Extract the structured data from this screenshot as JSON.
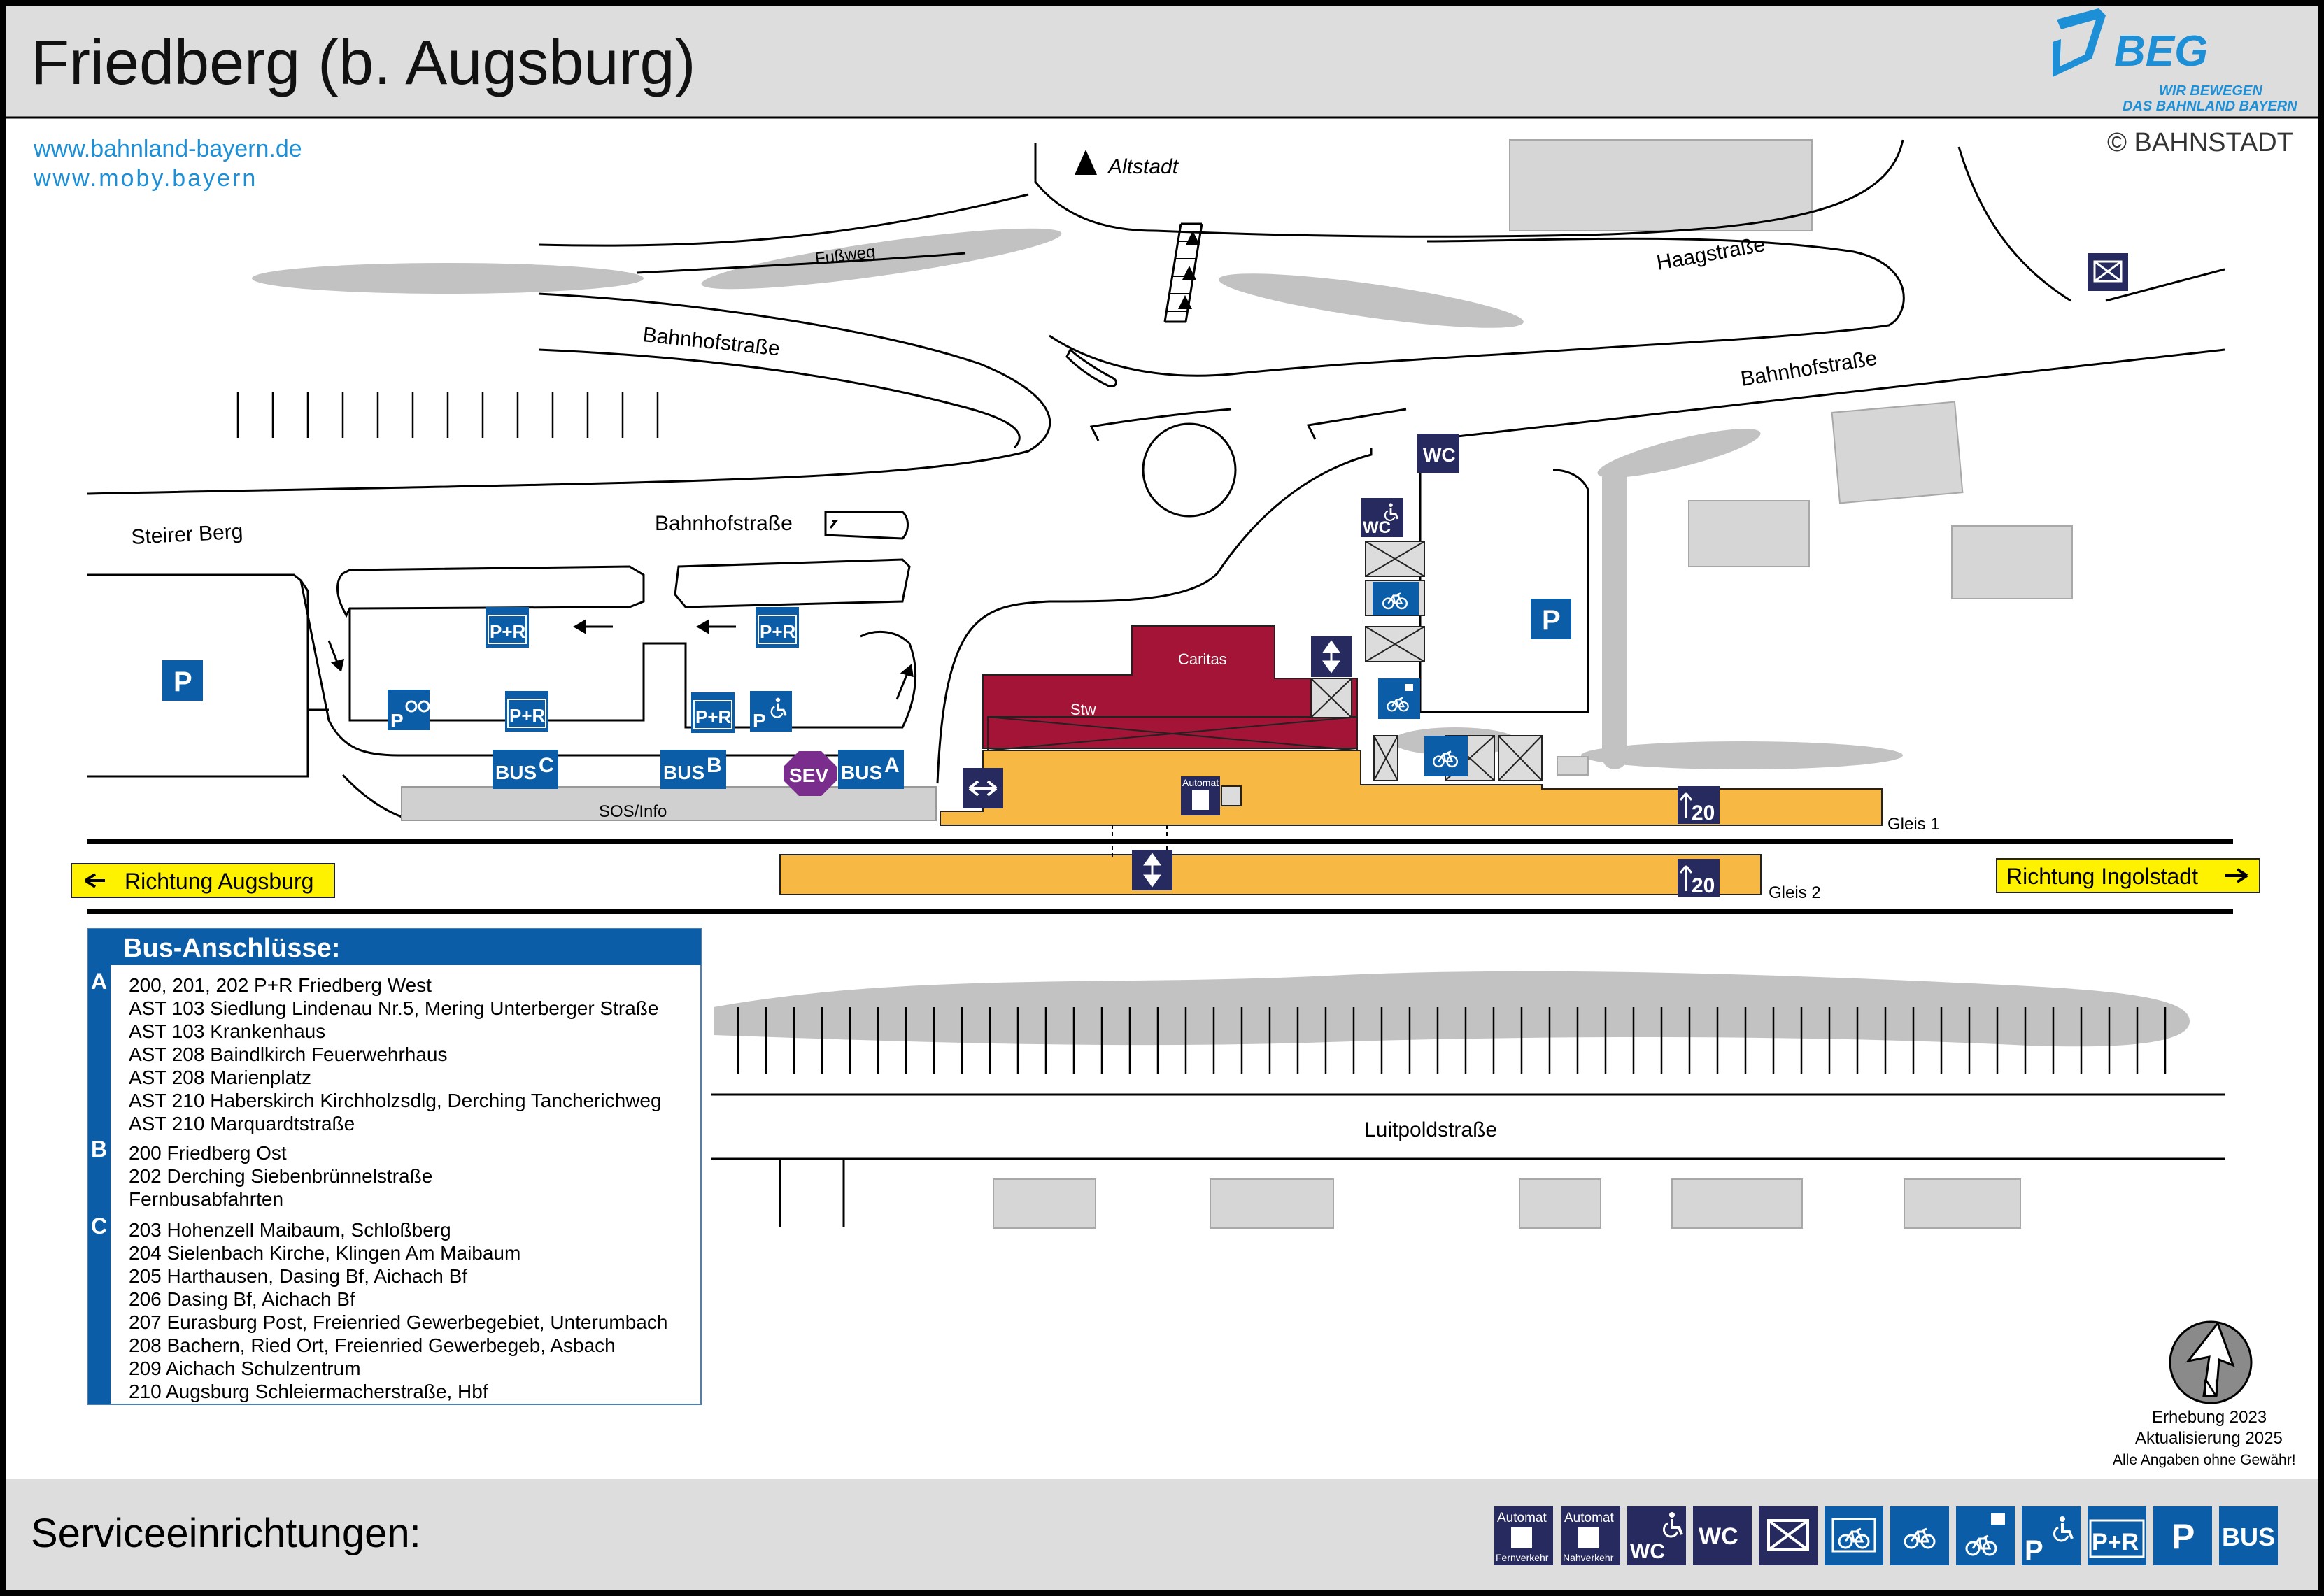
{
  "header": {
    "title": "Friedberg (b. Augsburg)",
    "links": [
      "www.bahnland-bayern.de",
      "www.moby.bayern"
    ],
    "logo_text": "BEG",
    "logo_tagline": [
      "WIR BEWEGEN",
      "DAS BAHNLAND BAYERN"
    ],
    "copyright": "© BAHNSTADT",
    "colors": {
      "band": "#dddddd",
      "link": "#1c8fd6",
      "logo": "#1c8fd6"
    }
  },
  "streets": {
    "altstadt": "Altstadt",
    "fussweg": "Fußweg",
    "haagstrasse": "Haagstraße",
    "bahnhofstrasse_1": "Bahnhofstraße",
    "bahnhofstrasse_2": "Bahnhofstraße",
    "bahnhofstrasse_3": "Bahnhofstraße",
    "steirer_berg": "Steirer Berg",
    "luitpoldstrasse": "Luitpoldstraße"
  },
  "buildings": {
    "caritas": "Caritas",
    "stw": "Stw",
    "sos_info": "SOS/Info",
    "automat": "Automat"
  },
  "tracks": {
    "gleis1": "Gleis 1",
    "gleis2": "Gleis 2",
    "richtung_augsburg": "Richtung Augsburg",
    "richtung_ingolstadt": "Richtung Ingolstadt",
    "platform_length_1": "20",
    "platform_length_2": "20"
  },
  "map_icons": {
    "p": "P",
    "pr": "P+R",
    "bus": "BUS",
    "sev": "SEV",
    "wc": "WC",
    "stop_a": "A",
    "stop_b": "B",
    "stop_c": "C",
    "colors": {
      "blue": "#0b5da8",
      "navy": "#262a5e",
      "platform": "#f7b943",
      "caritas": "#a31436",
      "sev": "#7b2d8e",
      "yellow": "#fff200"
    }
  },
  "bus_connections": {
    "title": "Bus-Anschlüsse:",
    "groups": [
      {
        "letter": "A",
        "lines": [
          "200, 201, 202 P+R Friedberg West",
          "AST 103 Siedlung Lindenau Nr.5, Mering Unterberger Straße",
          "AST 103 Krankenhaus",
          "AST 208 Baindlkirch Feuerwehrhaus",
          "AST 208 Marienplatz",
          "AST 210 Haberskirch Kirchholzsdlg, Derching Tancherichweg",
          "AST 210 Marquardtstraße"
        ]
      },
      {
        "letter": "B",
        "lines": [
          "200 Friedberg Ost",
          "202 Derching Siebenbrünnelstraße",
          "Fernbusabfahrten"
        ]
      },
      {
        "letter": "C",
        "lines": [
          "203 Hohenzell Maibaum, Schloßberg",
          "204 Sielenbach Kirche, Klingen Am Maibaum",
          "205 Harthausen, Dasing Bf, Aichach Bf",
          "206 Dasing Bf, Aichach Bf",
          "207 Eurasburg Post, Freienried Gewerbegebiet, Unterumbach",
          "208 Bachern, Ried Ort, Freienried Gewerbegeb, Asbach",
          "209 Aichach Schulzentrum",
          "210 Augsburg Schleiermacherstraße, Hbf"
        ]
      }
    ]
  },
  "footer_info": {
    "compass_letter": "N",
    "survey": "Erhebung 2023",
    "update": "Aktualisierung 2025",
    "disclaimer": "Alle Angaben ohne Gewähr!"
  },
  "services": {
    "title": "Serviceeinrichtungen:",
    "automat": "Automat",
    "fernverkehr": "Fernverkehr",
    "nahverkehr": "Nahverkehr",
    "wc": "WC",
    "pr": "P+R",
    "p": "P",
    "bus": "BUS",
    "icon_names": [
      "ticket-machine-long-distance-icon",
      "ticket-machine-regional-icon",
      "accessible-wc-icon",
      "wc-icon",
      "mail-icon",
      "bike-parking-icon",
      "bike-icon",
      "e-bike-charging-icon",
      "accessible-parking-icon",
      "park-and-ride-icon",
      "parking-icon",
      "bus-icon"
    ]
  }
}
